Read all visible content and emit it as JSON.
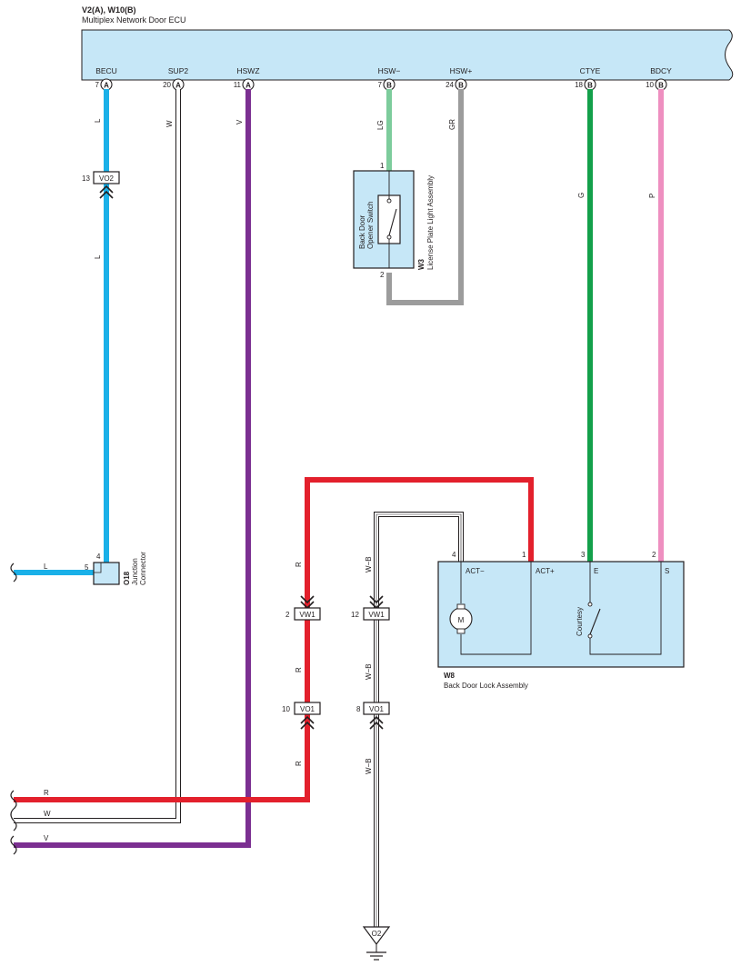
{
  "ecu": {
    "code": "V2(A), W10(B)",
    "name": "Multiplex Network Door ECU",
    "terminals": [
      {
        "name": "BECU",
        "pin": "7",
        "conn": "A"
      },
      {
        "name": "SUP2",
        "pin": "20",
        "conn": "A"
      },
      {
        "name": "HSWZ",
        "pin": "11",
        "conn": "A"
      },
      {
        "name": "HSW−",
        "pin": "7",
        "conn": "B"
      },
      {
        "name": "HSW+",
        "pin": "24",
        "conn": "B"
      },
      {
        "name": "CTYE",
        "pin": "18",
        "conn": "B"
      },
      {
        "name": "BDCY",
        "pin": "10",
        "conn": "B"
      }
    ]
  },
  "wire_colors": {
    "L": "#1ab0e8",
    "W": "#ffffff",
    "V": "#7b2f91",
    "LG": "#7dcc9c",
    "GR": "#9c9c9c",
    "G": "#14a04b",
    "P": "#ee8fc0",
    "R": "#e3202c",
    "WB": "#ffffff"
  },
  "wire_labels": {
    "becu_top": "L",
    "becu_bottom": "L",
    "sup2": "W",
    "hswz": "V",
    "hsw_minus": "LG",
    "hsw_plus": "GR",
    "ctye": "G",
    "bdcy": "P",
    "red_upper": "R",
    "red_mid": "R",
    "red_lower": "R",
    "wb_upper": "W−B",
    "wb_mid": "W−B",
    "wb_lower": "W−B",
    "left_L": "L",
    "left_R": "R",
    "left_W": "W",
    "left_V": "V"
  },
  "connectors": {
    "vo2": {
      "label": "VO2",
      "pin": "13"
    },
    "vw1_r": {
      "label": "VW1",
      "pin": "2"
    },
    "vw1_wb": {
      "label": "VW1",
      "pin": "12"
    },
    "vo1_r": {
      "label": "VO1",
      "pin": "10"
    },
    "vo1_wb": {
      "label": "VO1",
      "pin": "8"
    }
  },
  "junction": {
    "code": "O18",
    "name_line1": "Junction",
    "name_line2": "Connector",
    "pin_top": "4",
    "pin_left": "5"
  },
  "switch_w3": {
    "code": "W3",
    "name": "License Plate Light Assembly",
    "inner_line1": "Back Door",
    "inner_line2": "Opener Switch",
    "pin_top": "1",
    "pin_bottom": "2"
  },
  "lock_w8": {
    "code": "W8",
    "name": "Back Door Lock Assembly",
    "pins": [
      "4",
      "1",
      "3",
      "2"
    ],
    "terminals": [
      "ACT−",
      "ACT+",
      "E",
      "S"
    ],
    "motor": "M",
    "courtesy": "Courtesy"
  },
  "ground": {
    "label": "O2"
  }
}
